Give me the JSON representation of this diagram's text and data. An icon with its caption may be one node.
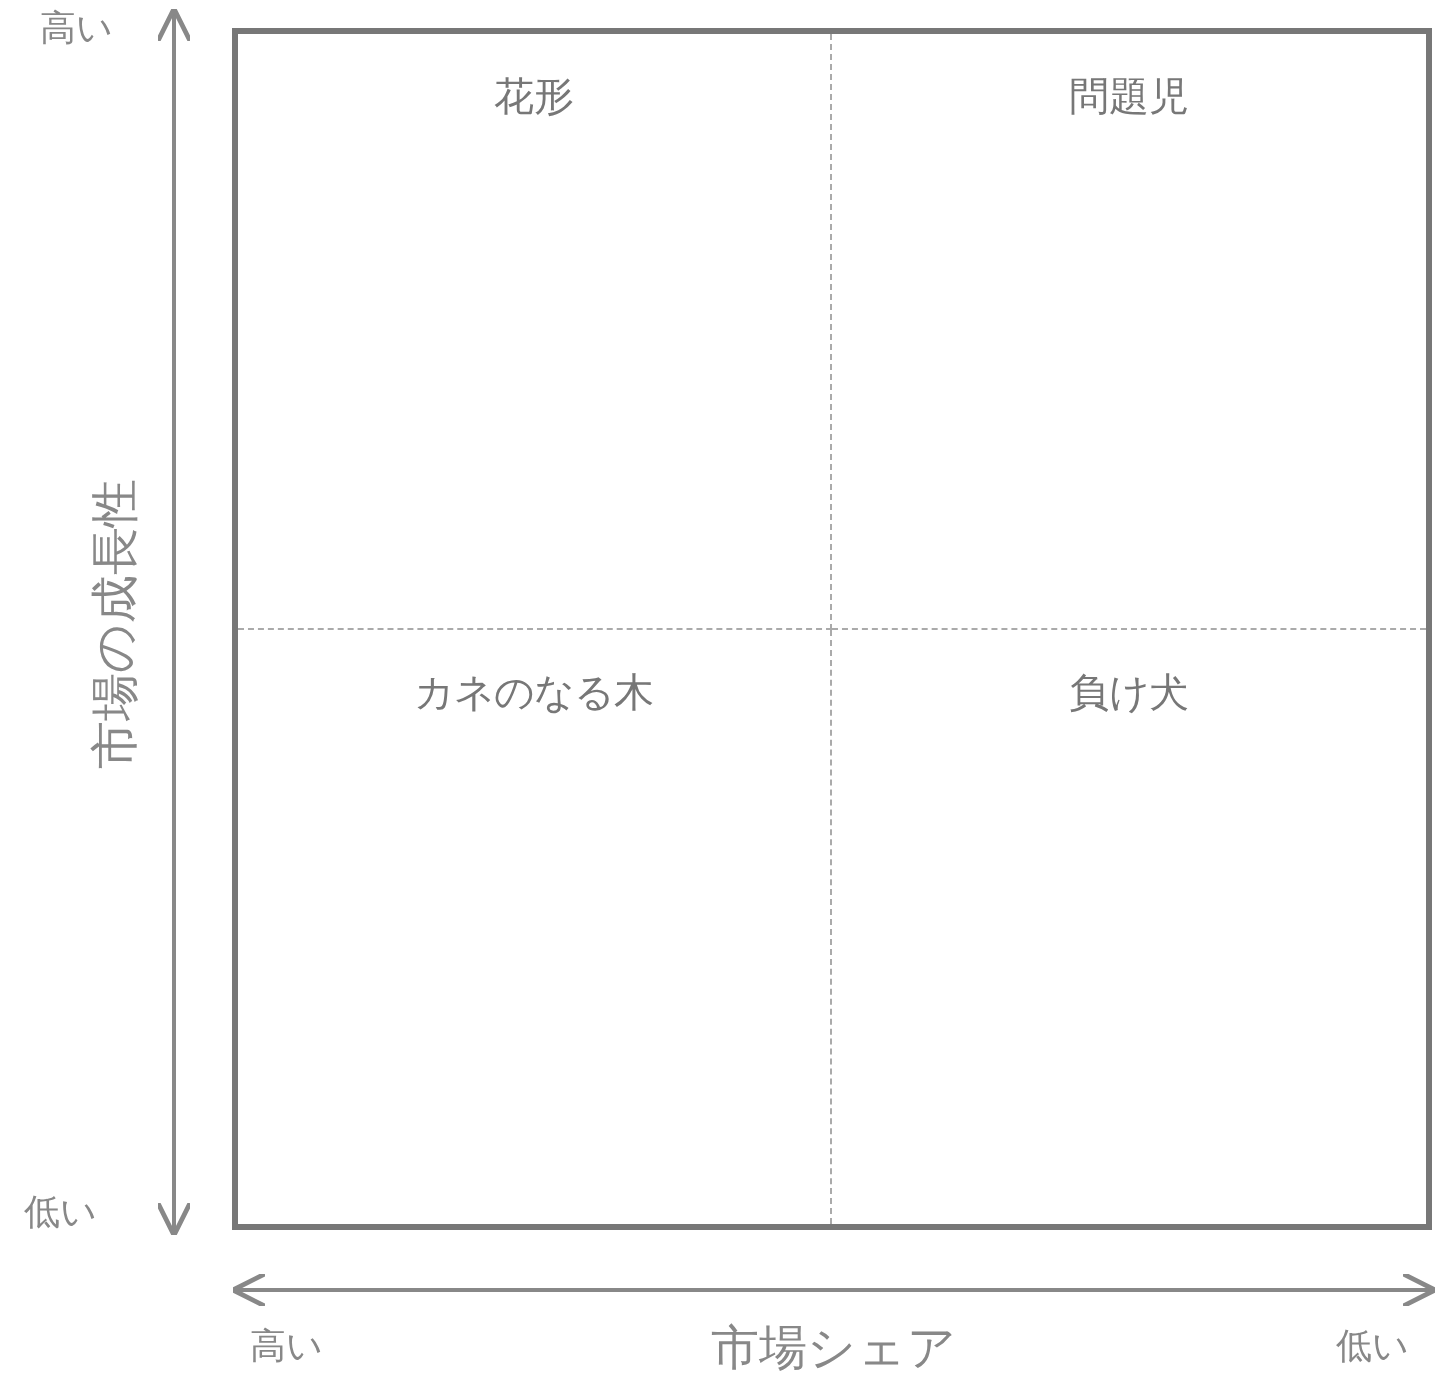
{
  "diagram": {
    "nodes": [
      {
        "text": [
          "花形"
        ]
      },
      {
        "text": [
          "問題児"
        ]
      },
      {
        "text": [
          "カネのなる木"
        ]
      },
      {
        "text": [
          "負け犬"
        ]
      }
    ],
    "labels": [
      "高い",
      "市場の成長性",
      "低い",
      "高い",
      "市場シェア",
      "低い"
    ]
  }
}
